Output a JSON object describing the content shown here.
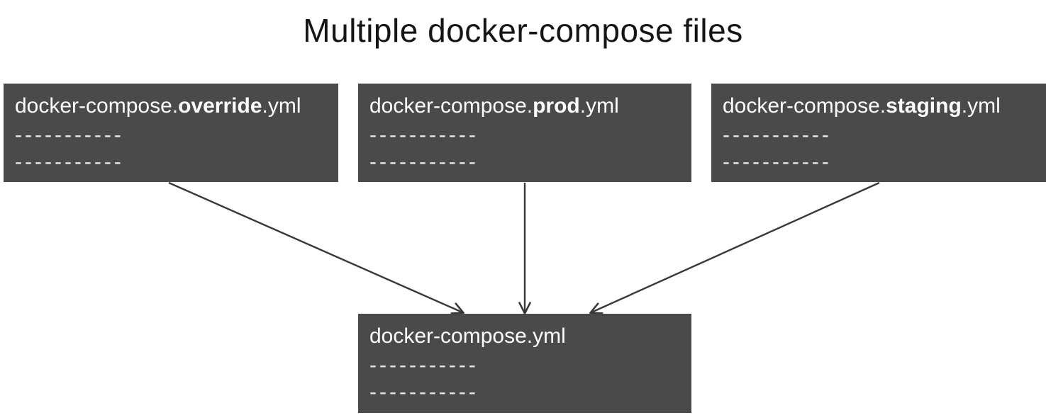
{
  "title": "Multiple docker-compose files",
  "colors": {
    "box_fill": "#4a4a4a",
    "box_text": "#fdfdfd",
    "dash_text": "#e9e9e9",
    "arrow": "#383838",
    "title_text": "#151515",
    "page_bg": "#ffffff"
  },
  "nodes": [
    {
      "id": "override",
      "name_prefix": "docker-compose.",
      "name_bold": "override",
      "name_suffix": ".yml",
      "content_lines": [
        "-----------",
        "-----------"
      ]
    },
    {
      "id": "prod",
      "name_prefix": "docker-compose.",
      "name_bold": "prod",
      "name_suffix": ".yml",
      "content_lines": [
        "-----------",
        "-----------"
      ]
    },
    {
      "id": "staging",
      "name_prefix": "docker-compose.",
      "name_bold": "staging",
      "name_suffix": ".yml",
      "content_lines": [
        "-----------",
        "-----------"
      ]
    },
    {
      "id": "base",
      "name_prefix": "docker-compose.yml",
      "name_bold": "",
      "name_suffix": "",
      "content_lines": [
        "-----------",
        "-----------"
      ]
    }
  ]
}
